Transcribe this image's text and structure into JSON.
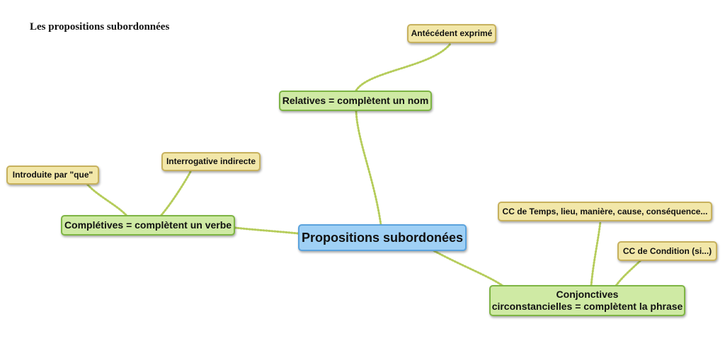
{
  "title": "Les propositions subordonnées",
  "colors": {
    "central_fill": "#9fd0f5",
    "central_border": "#5ba3dd",
    "main_fill": "#cfeaa4",
    "main_border": "#7eb544",
    "sub_fill": "#f2e7a9",
    "sub_border": "#c7b15d",
    "link": "#b5cc5a"
  },
  "nodes": {
    "central": "Propositions subordonées",
    "relatives": "Relatives = complètent un nom",
    "antecedent": "Antécédent exprimé",
    "completives": "Complétives = complètent un verbe",
    "que": "Introduite par \"que\"",
    "interrogative": "Interrogative indirecte",
    "conjonctives_line1": "Conjonctives",
    "conjonctives_line2": "circonstancielles = complètent la phrase",
    "cc_temps": "CC de Temps, lieu, manière, cause, conséquence...",
    "cc_condition": "CC de Condition (si...)"
  }
}
